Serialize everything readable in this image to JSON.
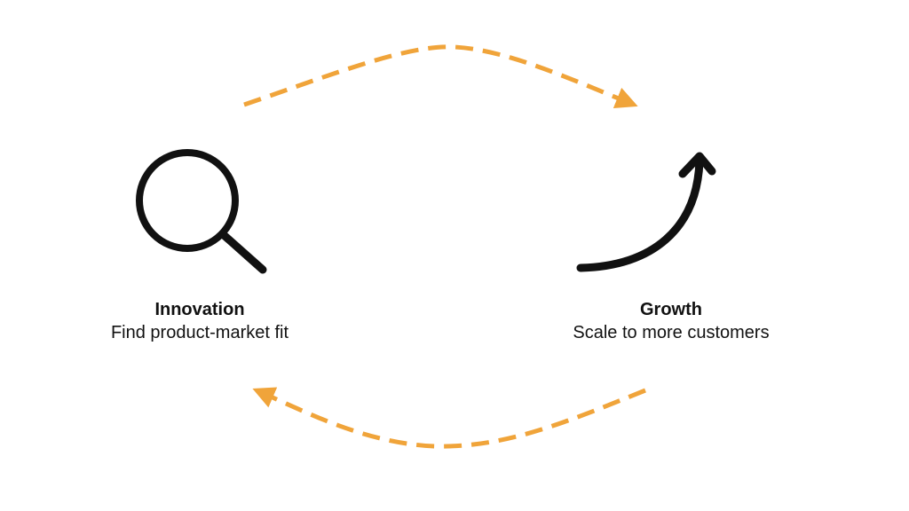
{
  "stages": [
    {
      "title": "Innovation",
      "description": "Find product-market fit",
      "icon": "magnifying-glass-icon"
    },
    {
      "title": "Growth",
      "description": "Scale to more customers",
      "icon": "curved-arrow-up-icon"
    }
  ],
  "colors": {
    "cycle_arrow": "#F0A43A",
    "icon_stroke": "#111111",
    "text": "#111111",
    "background": "#FFFFFF"
  },
  "flows": [
    {
      "from": "Innovation",
      "to": "Growth",
      "style": "dashed"
    },
    {
      "from": "Growth",
      "to": "Innovation",
      "style": "dashed"
    }
  ]
}
